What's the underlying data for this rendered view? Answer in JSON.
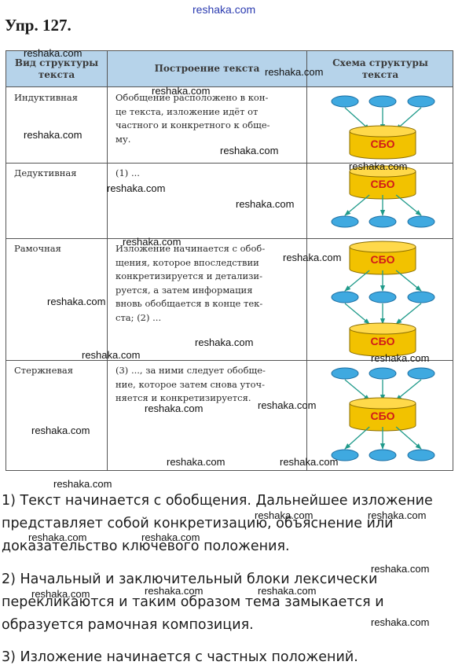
{
  "watermark": "reshaka.com",
  "exercise_title": "Упр. 127.",
  "table": {
    "headers": [
      "Вид структуры\nтекста",
      "Построение текста",
      "Схема структуры\nтекста"
    ],
    "rows": [
      {
        "type": "Индуктивная",
        "text": "Обобщение расположено в кон-\nце текста, изложение идёт от\nчастного и конкретного к обще-\nму."
      },
      {
        "type": "Дедуктивная",
        "text": "(1) ..."
      },
      {
        "type": "Рамочная",
        "text": "Изложение начинается с обоб-\nщения, которое впоследствии\nконкретизируется и детализи-\nруется, а затем информация\nвновь обобщается в конце тек-\nста; (2) ..."
      },
      {
        "type": "Стержневая",
        "text": "(3) ..., за ними следует обобще-\nние, которое затем снова уточ-\nняется и конкретизируется."
      }
    ],
    "schema_label": "СБО"
  },
  "answers": [
    "1) Текст начинается с обобщения. Дальнейшее изложение\nпредставляет собой конкретизацию, объяснение или\nдоказательство ключевого положения.",
    "2) Начальный и заключительный блоки лексически\nперекликаются и таким образом тема замыкается и\nобразуется рамочная композиция.",
    "3) Изложение начинается с частных положений."
  ],
  "colors": {
    "header_bg": "#b6d3ea",
    "oval": "#3fa9e0",
    "cylinder": "#f2c200",
    "cbo_text": "#d11a1a",
    "arrow": "#1f9a8a"
  }
}
